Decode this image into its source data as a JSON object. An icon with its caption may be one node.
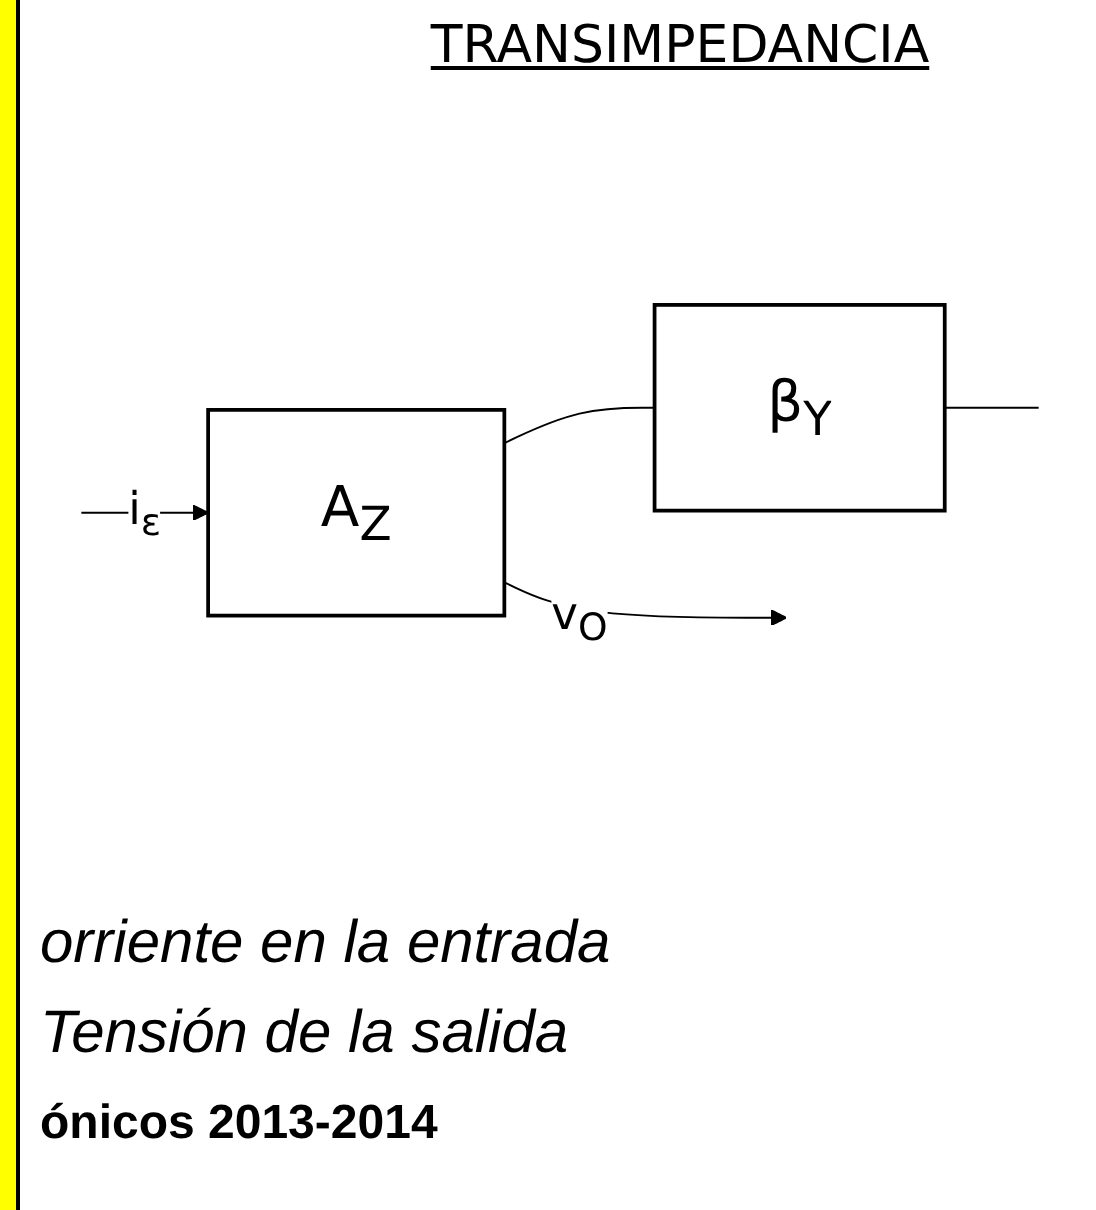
{
  "diagram": {
    "title": "TRANSIMPEDANCIA",
    "nodes": [
      {
        "text": [
          "A$_{Z}$"
        ]
      },
      {
        "text": [
          "β$_{Y}$"
        ]
      }
    ],
    "edges": [
      {
        "from": null,
        "to": 0,
        "arrow": "to",
        "label": "i$_{ε}$"
      },
      {
        "from": 0,
        "to": null,
        "arrow": "to",
        "label": "v$_{O}$"
      },
      {
        "from": 0,
        "to": 1,
        "arrow": "none"
      },
      {
        "from": 1,
        "to": null,
        "arrow": "none"
      }
    ],
    "labels": [
      "orriente en la entrada",
      "Tensión de la salida",
      "ónicos 2013-2014"
    ]
  }
}
